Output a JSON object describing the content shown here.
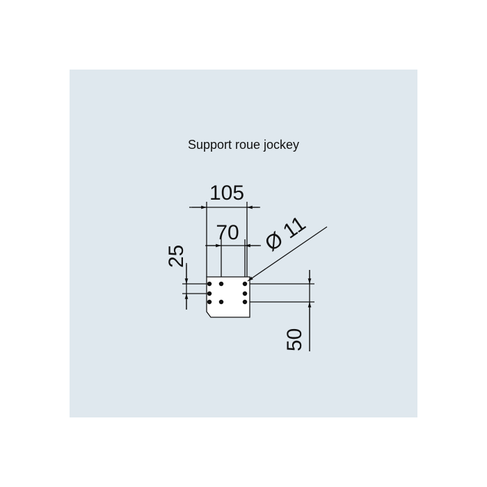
{
  "title": "Support roue jockey",
  "dimensions": {
    "width_outer": "105",
    "width_inner": "70",
    "hole_diameter": "Ø 11",
    "hole_spacing_small": "25",
    "hole_spacing_large": "50"
  },
  "colors": {
    "panel_background": "#dfe8ee",
    "line": "#111111"
  }
}
